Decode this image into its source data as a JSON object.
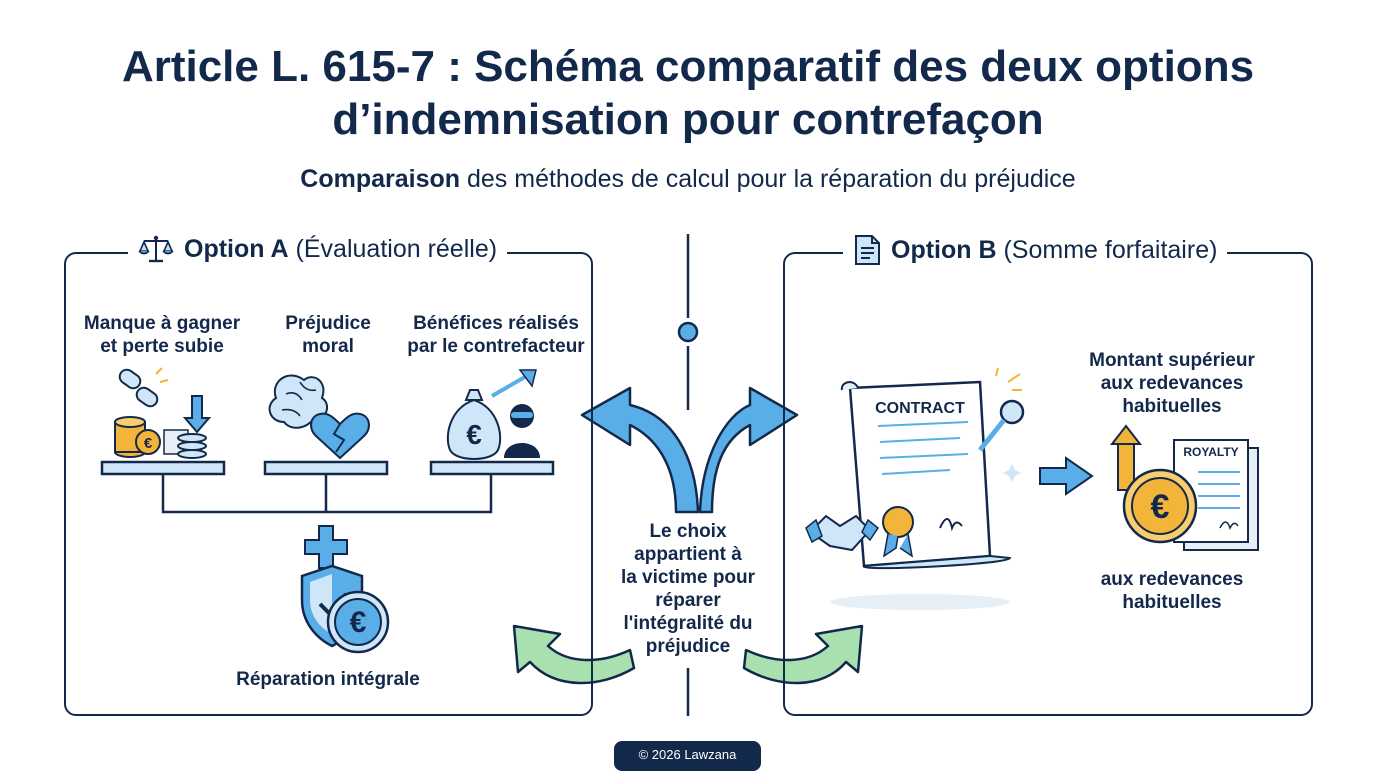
{
  "title_line1": "Article L. 615-7 : Schéma comparatif des deux options",
  "title_line2": "d’indemnisation pour contrefaçon",
  "subtitle_bold": "Comparaison",
  "subtitle_rest": " des méthodes de calcul pour la réparation du préjudice",
  "option_a": {
    "title_bold": "Option A",
    "title_rest": " (Évaluation réelle)",
    "icon": "scales-icon",
    "items": [
      {
        "line1": "Manque à gagner",
        "line2": "et perte subie"
      },
      {
        "line1": "Préjudice",
        "line2": "moral"
      },
      {
        "line1": "Bénéfices réalisés",
        "line2": "par le contrefacteur"
      }
    ],
    "result_label": "Réparation intégrale"
  },
  "option_b": {
    "title_bold": "Option B",
    "title_rest": " (Somme forfaitaire)",
    "icon": "document-icon",
    "contract_label": "CONTRACT",
    "royalty_label": "ROYALTY",
    "top_label": {
      "line1": "Montant supérieur",
      "line2": "aux redevances",
      "line3": "habituelles"
    },
    "bottom_label": {
      "line1": "aux redevances",
      "line2": "habituelles"
    }
  },
  "center_text": {
    "line1": "Le choix",
    "line2": "appartient à",
    "line3": "la victime pour",
    "line4": "réparer",
    "line5": "l'intégralité du",
    "line6": "préjudice"
  },
  "footer": "© 2026 Lawzana",
  "colors": {
    "navy": "#13294b",
    "blue": "#5aaee8",
    "light_blue": "#cfe6f8",
    "green": "#8fd49a",
    "gold": "#f2b53a"
  }
}
